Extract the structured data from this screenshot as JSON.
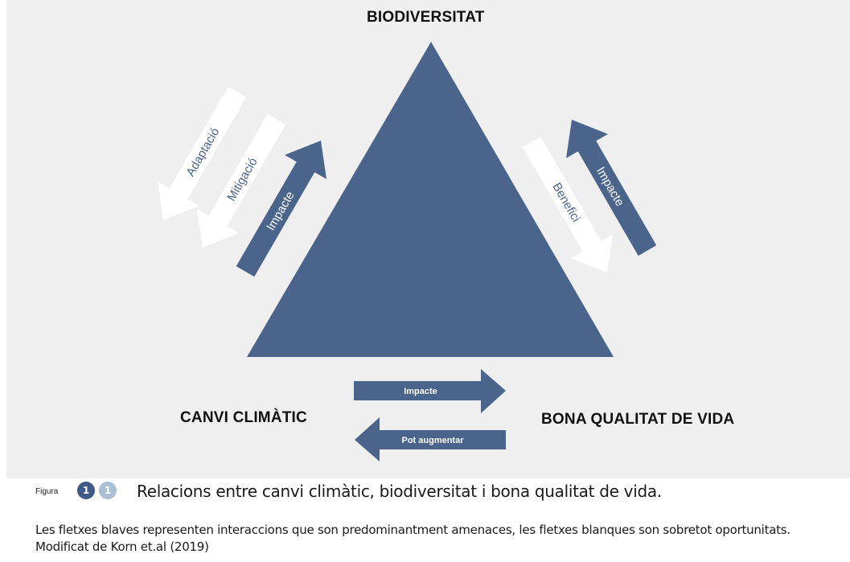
{
  "colors": {
    "primary_blue": "#4a648c",
    "background": "#efefef",
    "badge_dark": "#3f5a87",
    "badge_light": "#a9bfd3"
  },
  "nodes": {
    "top": "BIODIVERSITAT",
    "left": "CANVI CLIMÀTIC",
    "right": "BONA QUALITAT DE VIDA"
  },
  "arrows": {
    "adaptacio": "Adaptació",
    "mitigacio": "Mitigació",
    "impacte_left": "Impacte",
    "benefici": "Benefici",
    "impacte_right": "Impacte",
    "impacte_bottom": "Impacte",
    "pot_augmentar": "Pot augmentar"
  },
  "caption": {
    "figure_word": "Figura",
    "badge_1": "1",
    "badge_2": "1",
    "title": "Relacions entre canvi climàtic, biodiversitat i bona qualitat de vida.",
    "line1": "Les fletxes blaves representen interaccions que son predominantment amenaces, les fletxes blanques son sobretot oportunitats.",
    "line2": "Modificat de Korn et.al (2019)"
  }
}
